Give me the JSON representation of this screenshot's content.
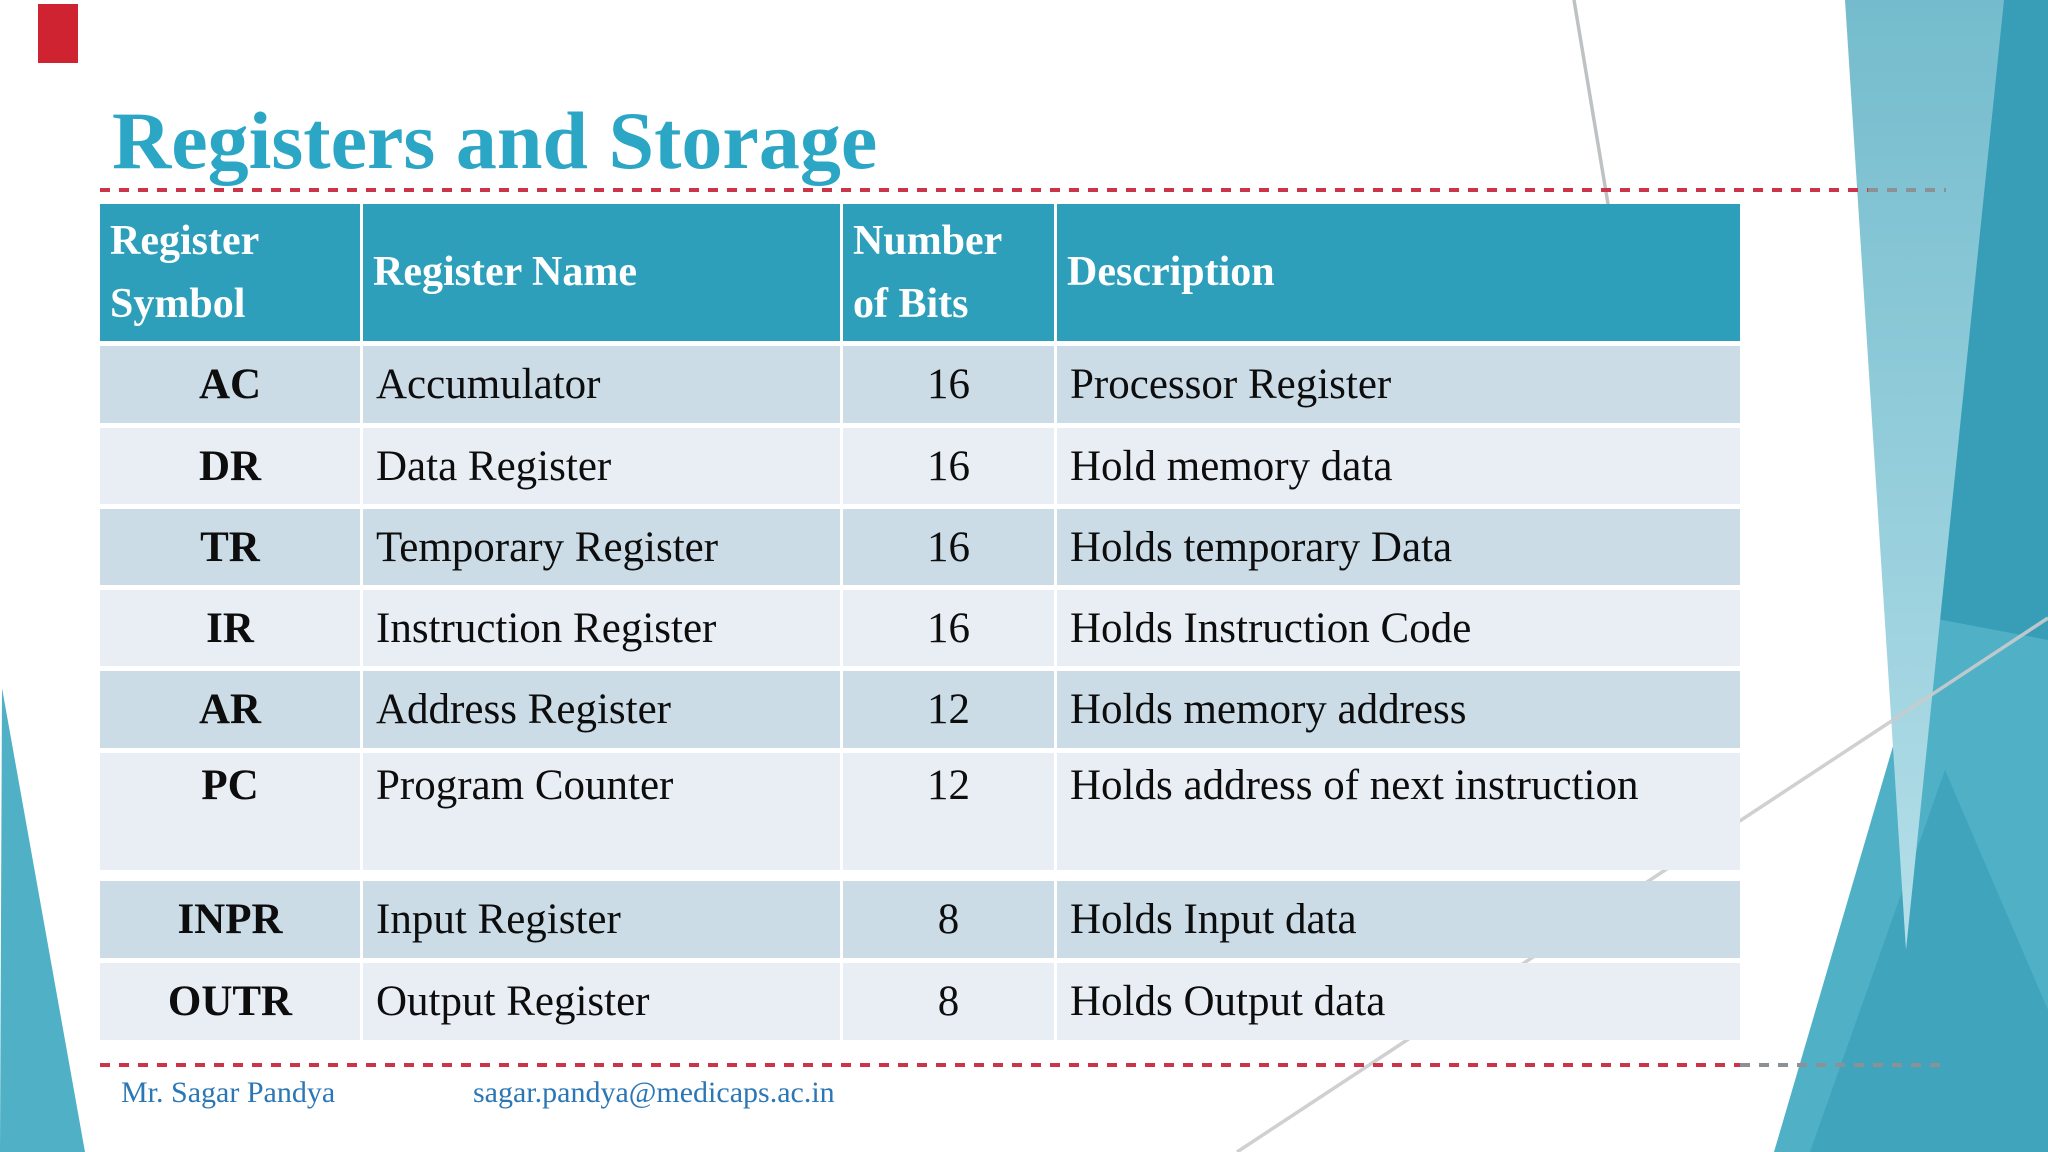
{
  "slide": {
    "title": "Registers and Storage"
  },
  "table": {
    "headers": [
      "Register Symbol",
      "Register Name",
      "Number of Bits",
      "Description"
    ],
    "rows": [
      {
        "symbol": "AC",
        "name": "Accumulator",
        "bits": "16",
        "description": "Processor Register"
      },
      {
        "symbol": "DR",
        "name": "Data Register",
        "bits": "16",
        "description": "Hold memory data"
      },
      {
        "symbol": "TR",
        "name": "Temporary Register",
        "bits": "16",
        "description": "Holds temporary Data"
      },
      {
        "symbol": "IR",
        "name": "Instruction Register",
        "bits": "16",
        "description": "Holds Instruction Code"
      },
      {
        "symbol": "AR",
        "name": "Address Register",
        "bits": "12",
        "description": "Holds memory address"
      },
      {
        "symbol": "PC",
        "name": "Program Counter",
        "bits": "12",
        "description": "Holds address of next instruction"
      },
      {
        "symbol": "INPR",
        "name": "Input Register",
        "bits": "8",
        "description": "Holds Input data"
      },
      {
        "symbol": "OUTR",
        "name": "Output Register",
        "bits": "8",
        "description": "Holds Output data"
      }
    ]
  },
  "footer": {
    "author": "Mr. Sagar Pandya",
    "email": "sagar.pandya@medicaps.ac.in"
  },
  "colors": {
    "title_teal": "#2BA6C5",
    "header_teal": "#2E9FBA",
    "row_shade_dark": "#CBDCE7",
    "row_shade_light": "#E9EEF5",
    "separator_red": "#CC3449",
    "separator_gray": "#8C9196",
    "footer_blue": "#2B77B6",
    "corner_accent_red": "#D02331",
    "wedge_pale_teal": "#A9D8E5",
    "wedge_medium_teal": "#4FB0C6",
    "wedge_dark_teal": "#2F97B0",
    "diagonal_line_gray": "#C4C7C9"
  }
}
